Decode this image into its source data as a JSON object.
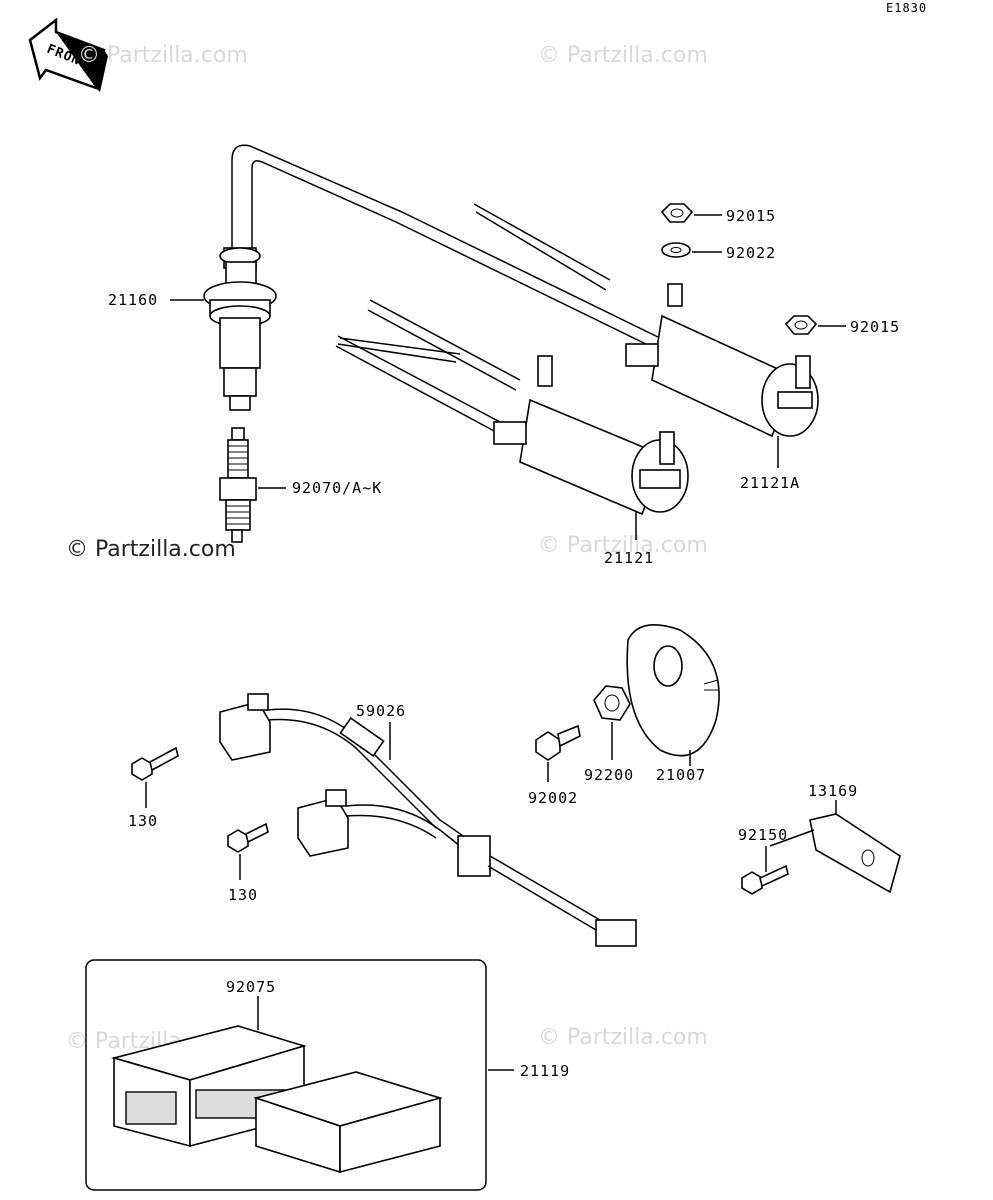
{
  "diagram_code": "E1830",
  "front_badge": "FRONT",
  "watermarks": [
    "© Partzilla.com",
    "© Partzilla.com",
    "© Partzilla.com",
    "© Partzilla.com",
    "© Partzilla.com",
    "© Partzilla.com"
  ],
  "parts": {
    "p92015_top": "92015",
    "p92022": "92022",
    "p92015_right": "92015",
    "p21160": "21160",
    "p92070": "92070/A~K",
    "p21121A": "21121A",
    "p21121": "21121",
    "p59026": "59026",
    "p130_a": "130",
    "p130_b": "130",
    "p92002": "92002",
    "p92200": "92200",
    "p21007": "21007",
    "p13169": "13169",
    "p92150": "92150",
    "p92075": "92075",
    "p21119": "21119"
  }
}
